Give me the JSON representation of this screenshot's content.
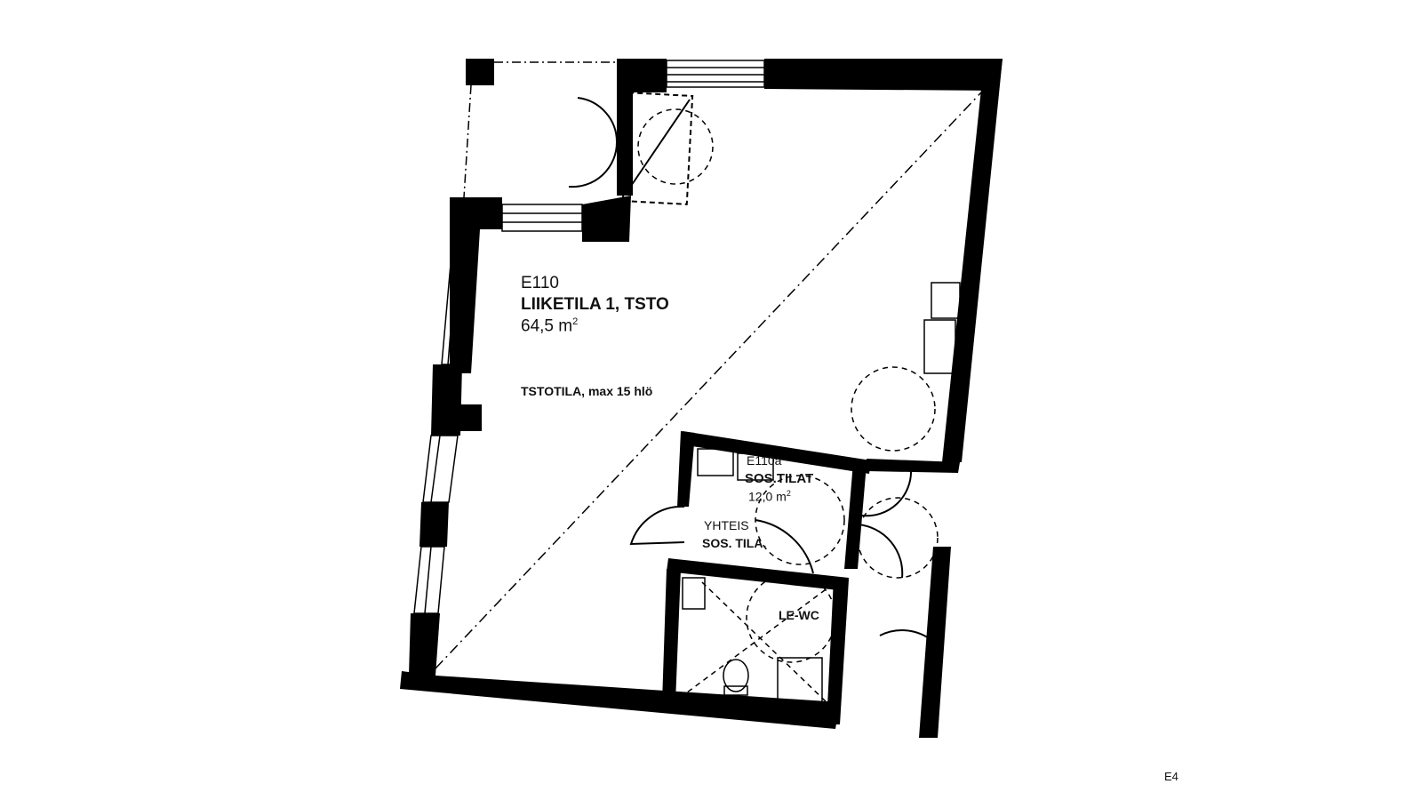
{
  "room_main": {
    "id": "E110",
    "name": "LIIKETILA 1, TSTO",
    "area": "64,5 m",
    "area_sup": "2",
    "usage": "TSTOTILA, max 15 hlö"
  },
  "room_social": {
    "id": "E110a",
    "name": "SOS.TILAT",
    "area": "12,0 m",
    "area_sup": "2",
    "sub_1": "YHTEIS",
    "sub_2": "SOS. TILA."
  },
  "room_wc": {
    "name": "LE-WC"
  },
  "edge_label": "E4",
  "colors": {
    "wall": "#000000",
    "background": "#ffffff"
  }
}
